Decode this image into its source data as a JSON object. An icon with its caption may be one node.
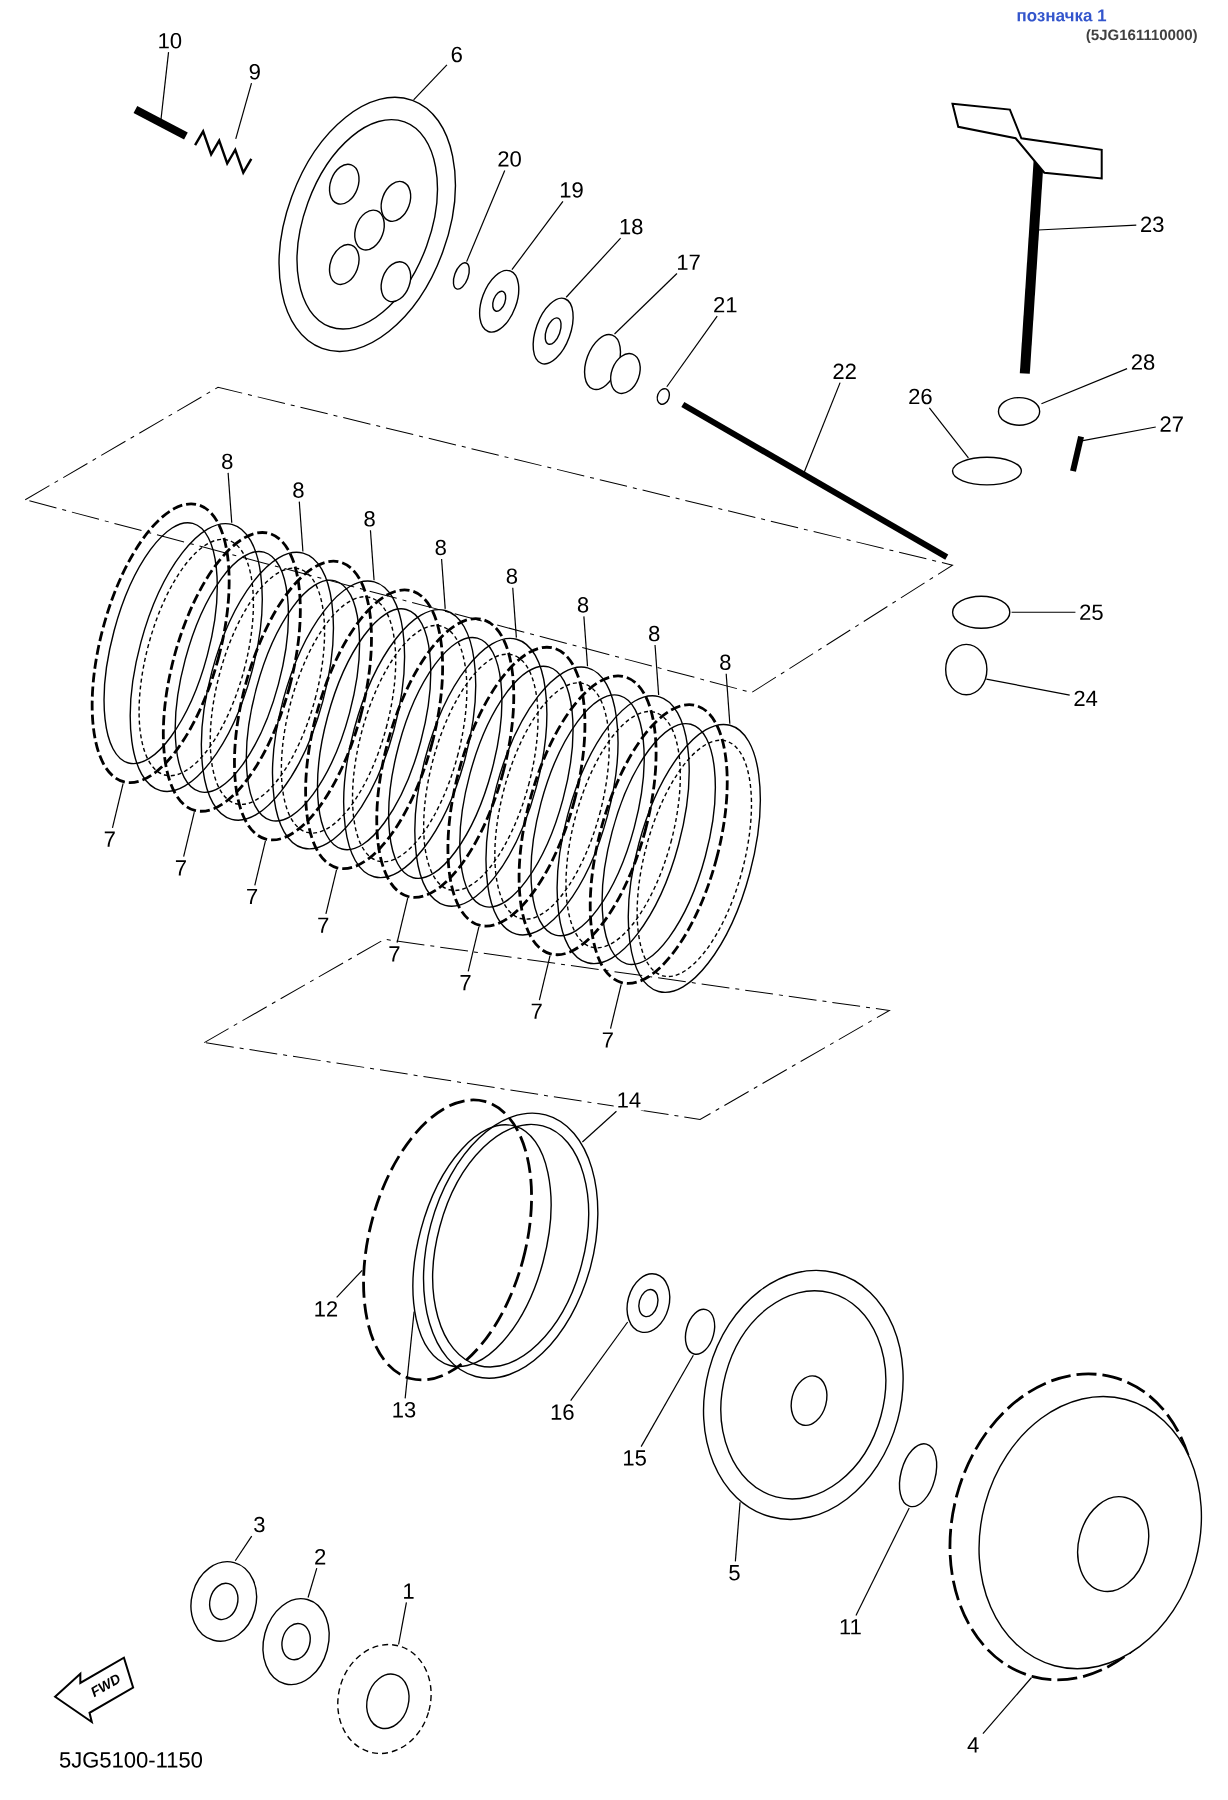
{
  "diagram": {
    "nodes": [
      {
        "text": [
          "10"
        ]
      },
      {
        "text": [
          "9"
        ]
      },
      {
        "text": [
          "6"
        ]
      },
      {
        "text": [
          "20"
        ]
      },
      {
        "text": [
          "19"
        ]
      },
      {
        "text": [
          "18"
        ]
      },
      {
        "text": [
          "17"
        ]
      },
      {
        "text": [
          "21"
        ]
      },
      {
        "text": [
          "22"
        ]
      },
      {
        "text": [
          "23"
        ]
      },
      {
        "text": [
          "28"
        ]
      },
      {
        "text": [
          "26"
        ]
      },
      {
        "text": [
          "27"
        ]
      },
      {
        "text": [
          "25"
        ]
      },
      {
        "text": [
          "24"
        ]
      },
      {
        "text": [
          "8"
        ]
      },
      {
        "text": [
          "8"
        ]
      },
      {
        "text": [
          "8"
        ]
      },
      {
        "text": [
          "8"
        ]
      },
      {
        "text": [
          "8"
        ]
      },
      {
        "text": [
          "8"
        ]
      },
      {
        "text": [
          "8"
        ]
      },
      {
        "text": [
          "8"
        ]
      },
      {
        "text": [
          "7"
        ]
      },
      {
        "text": [
          "7"
        ]
      },
      {
        "text": [
          "7"
        ]
      },
      {
        "text": [
          "7"
        ]
      },
      {
        "text": [
          "7"
        ]
      },
      {
        "text": [
          "7"
        ]
      },
      {
        "text": [
          "7"
        ]
      },
      {
        "text": [
          "7"
        ]
      },
      {
        "text": [
          "14"
        ]
      },
      {
        "text": [
          "12"
        ]
      },
      {
        "text": [
          "13"
        ]
      },
      {
        "text": [
          "16"
        ]
      },
      {
        "text": [
          "15"
        ]
      },
      {
        "text": [
          "5"
        ]
      },
      {
        "text": [
          "11"
        ]
      },
      {
        "text": [
          "4"
        ]
      },
      {
        "text": [
          "3"
        ]
      },
      {
        "text": [
          "2"
        ]
      },
      {
        "text": [
          "1"
        ]
      },
      {
        "text": [],
        "shape": "picture"
      },
      {
        "text": [],
        "shape": "picture"
      },
      {
        "text": [],
        "shape": "picture"
      },
      {
        "text": [],
        "shape": "picture"
      },
      {
        "text": [],
        "shape": "picture"
      },
      {
        "text": [],
        "shape": "picture"
      },
      {
        "text": [],
        "shape": "picture"
      },
      {
        "text": [],
        "shape": "circle"
      },
      {
        "text": [],
        "shape": "picture"
      },
      {
        "text": [],
        "shape": "picture"
      },
      {
        "text": [],
        "shape": "circle"
      },
      {
        "text": [],
        "shape": "circle"
      },
      {
        "text": [],
        "shape": "picture"
      },
      {
        "text": [],
        "shape": "circle"
      },
      {
        "text": [],
        "shape": "circle"
      },
      {
        "text": [],
        "shape": "picture"
      },
      {
        "text": [],
        "shape": "picture"
      },
      {
        "text": [],
        "shape": "picture"
      },
      {
        "text": [],
        "shape": "picture"
      },
      {
        "text": [],
        "shape": "picture"
      },
      {
        "text": [],
        "shape": "picture"
      },
      {
        "text": [],
        "shape": "picture"
      },
      {
        "text": [],
        "shape": "picture"
      },
      {
        "text": [],
        "shape": "picture"
      },
      {
        "text": [],
        "shape": "picture"
      },
      {
        "text": [],
        "shape": "picture"
      },
      {
        "text": [],
        "shape": "picture"
      },
      {
        "text": [],
        "shape": "picture"
      },
      {
        "text": [],
        "shape": "picture"
      },
      {
        "text": [],
        "shape": "picture"
      },
      {
        "text": [],
        "shape": "picture"
      },
      {
        "text": [],
        "shape": "picture"
      },
      {
        "text": [],
        "shape": "picture"
      },
      {
        "text": [],
        "shape": "picture"
      },
      {
        "text": [],
        "shape": "picture"
      },
      {
        "text": [],
        "shape": "picture"
      },
      {
        "text": [],
        "shape": "picture"
      },
      {
        "text": [],
        "shape": "picture"
      },
      {
        "text": [],
        "shape": "picture"
      },
      {
        "text": [],
        "shape": "picture"
      },
      {
        "text": [],
        "shape": "picture"
      },
      {
        "text": [],
        "shape": "picture"
      }
    ],
    "edges": [
      {
        "from": 0,
        "to": 42,
        "arrow": "none"
      },
      {
        "from": 1,
        "to": 43,
        "arrow": "none"
      },
      {
        "from": 2,
        "to": 44,
        "arrow": "none"
      },
      {
        "from": 3,
        "to": 45,
        "arrow": "none"
      },
      {
        "from": 4,
        "to": 46,
        "arrow": "none"
      },
      {
        "from": 5,
        "to": 47,
        "arrow": "none"
      },
      {
        "from": 6,
        "to": 48,
        "arrow": "none"
      },
      {
        "from": 7,
        "to": 49,
        "arrow": "none"
      },
      {
        "from": 8,
        "to": 50,
        "arrow": "none"
      },
      {
        "from": 9,
        "to": 51,
        "arrow": "none"
      },
      {
        "from": 10,
        "to": 52,
        "arrow": "none"
      },
      {
        "from": 11,
        "to": 53,
        "arrow": "none"
      },
      {
        "from": 12,
        "to": 54,
        "arrow": "none"
      },
      {
        "from": 13,
        "to": 55,
        "arrow": "none"
      },
      {
        "from": 14,
        "to": 56,
        "arrow": "none"
      },
      {
        "from": 15,
        "to": 57,
        "arrow": "none"
      },
      {
        "from": 16,
        "to": 58,
        "arrow": "none"
      },
      {
        "from": 17,
        "to": 59,
        "arrow": "none"
      },
      {
        "from": 18,
        "to": 60,
        "arrow": "none"
      },
      {
        "from": 19,
        "to": 61,
        "arrow": "none"
      },
      {
        "from": 20,
        "to": 62,
        "arrow": "none"
      },
      {
        "from": 21,
        "to": 63,
        "arrow": "none"
      },
      {
        "from": 22,
        "to": 64,
        "arrow": "none"
      },
      {
        "from": 23,
        "to": 65,
        "arrow": "none"
      },
      {
        "from": 24,
        "to": 66,
        "arrow": "none"
      },
      {
        "from": 25,
        "to": 67,
        "arrow": "none"
      },
      {
        "from": 26,
        "to": 68,
        "arrow": "none"
      },
      {
        "from": 27,
        "to": 69,
        "arrow": "none"
      },
      {
        "from": 28,
        "to": 70,
        "arrow": "none"
      },
      {
        "from": 29,
        "to": 71,
        "arrow": "none"
      },
      {
        "from": 30,
        "to": 72,
        "arrow": "none"
      },
      {
        "from": 31,
        "to": 73,
        "arrow": "none"
      },
      {
        "from": 32,
        "to": 74,
        "arrow": "none"
      },
      {
        "from": 33,
        "to": 75,
        "arrow": "none"
      },
      {
        "from": 34,
        "to": 76,
        "arrow": "none"
      },
      {
        "from": 35,
        "to": 77,
        "arrow": "none"
      },
      {
        "from": 36,
        "to": 78,
        "arrow": "none"
      },
      {
        "from": 37,
        "to": 79,
        "arrow": "none"
      },
      {
        "from": 38,
        "to": 80,
        "arrow": "none"
      },
      {
        "from": 39,
        "to": 81,
        "arrow": "none"
      },
      {
        "from": 40,
        "to": 82,
        "arrow": "none"
      },
      {
        "from": 41,
        "to": 83,
        "arrow": "none"
      }
    ],
    "labels": [
      "позначка 1",
      "(5JG161110000)",
      "FWD",
      "5JG5100-1150"
    ]
  }
}
